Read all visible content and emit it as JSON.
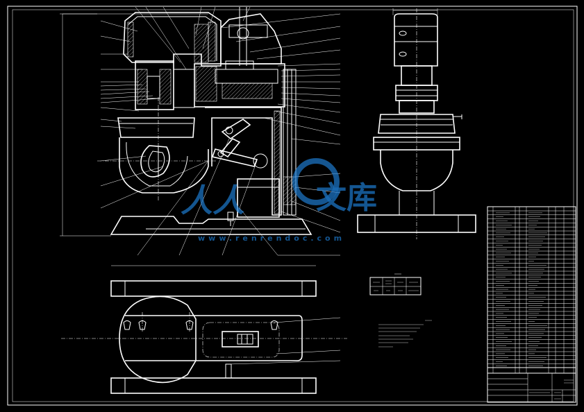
{
  "watermark": {
    "logo_letters": "人人",
    "text": "文库",
    "url": "www.renrendoc.com",
    "color": "#1f7fd6"
  },
  "colors": {
    "background": "#000000",
    "lines": "#ffffff",
    "watermark": "#1f7fd6"
  }
}
